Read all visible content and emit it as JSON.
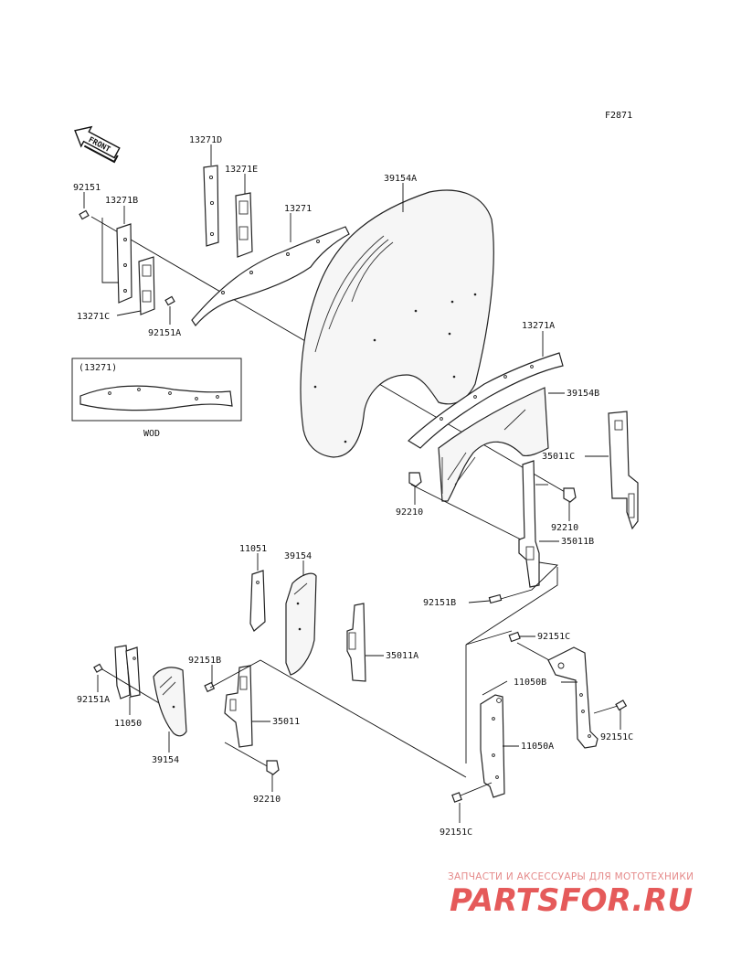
{
  "figure_code": "F2871",
  "front_arrow_label": "FRONT",
  "variant_box": {
    "part": "(13271)",
    "caption": "WOD"
  },
  "labels": {
    "p13271D": "13271D",
    "p13271E": "13271E",
    "p13271": "13271",
    "p39154A": "39154A",
    "p92151_top": "92151",
    "p13271B": "13271B",
    "p13271C": "13271C",
    "p92151A_top": "92151A",
    "p13271A": "13271A",
    "p39154B": "39154B",
    "p35011C": "35011C",
    "p92210_left": "92210",
    "p92210_right": "92210",
    "p35011B": "35011B",
    "p11051": "11051",
    "p39154_mid": "39154",
    "p92151B_right": "92151B",
    "p35011A": "35011A",
    "p92151C_top": "92151C",
    "p11050B": "11050B",
    "p92151C_right": "92151C",
    "p92151A_left": "92151A",
    "p11050": "11050",
    "p92151B_left": "92151B",
    "p35011": "35011",
    "p39154_left": "39154",
    "p92210_bottom": "92210",
    "p11050A": "11050A",
    "p92151C_bottom": "92151C"
  },
  "watermark": {
    "subtitle": "ЗАПЧАСТИ И АКСЕССУАРЫ ДЛЯ МОТОТЕХНИКИ",
    "brand": "PARTSFOR.RU"
  },
  "colors": {
    "line": "#222222",
    "watermark": "#e55a5a"
  }
}
